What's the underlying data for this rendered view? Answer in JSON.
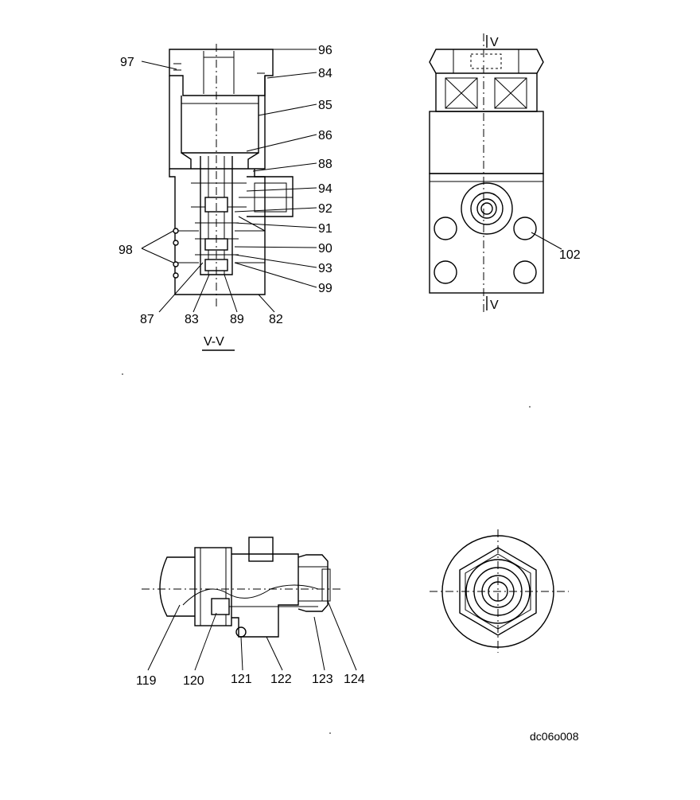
{
  "section_view": {
    "title": "V-V",
    "labels": {
      "l96": "96",
      "l84": "84",
      "l85": "85",
      "l86": "86",
      "l88": "88",
      "l94": "94",
      "l92": "92",
      "l91": "91",
      "l90": "90",
      "l93": "93",
      "l99": "99",
      "l97": "97",
      "l98": "98",
      "l87": "87",
      "l83": "83",
      "l89": "89",
      "l82": "82"
    }
  },
  "external_view": {
    "cut_mark_top": "V",
    "cut_mark_bottom": "V",
    "labels": {
      "l102": "102"
    }
  },
  "fitting_view": {
    "labels": {
      "l119": "119",
      "l120": "120",
      "l121": "121",
      "l122": "122",
      "l123": "123",
      "l124": "124"
    }
  },
  "drawing_code": "dc06o008"
}
